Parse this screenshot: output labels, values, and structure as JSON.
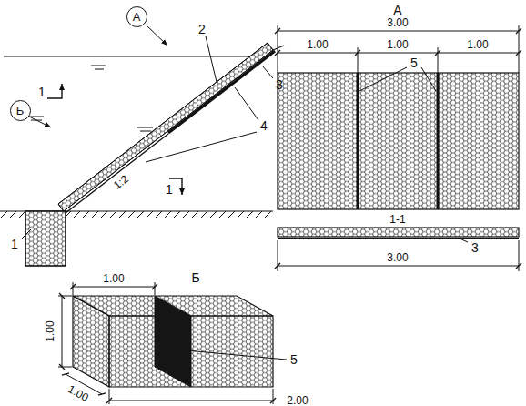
{
  "diagram": {
    "nodes": [
      {
        "text": [
          "А"
        ]
      },
      {
        "text": [
          "Б"
        ]
      }
    ],
    "labels": [
      "1",
      "2",
      "3",
      "4",
      "1:2",
      "1",
      "1",
      "А",
      "3.00",
      "1.00",
      "1.00",
      "1.00",
      "5",
      "1-1",
      "3.00",
      "3",
      "Б",
      "1.00",
      "1.00",
      "2.00",
      "1.00",
      "5"
    ]
  }
}
